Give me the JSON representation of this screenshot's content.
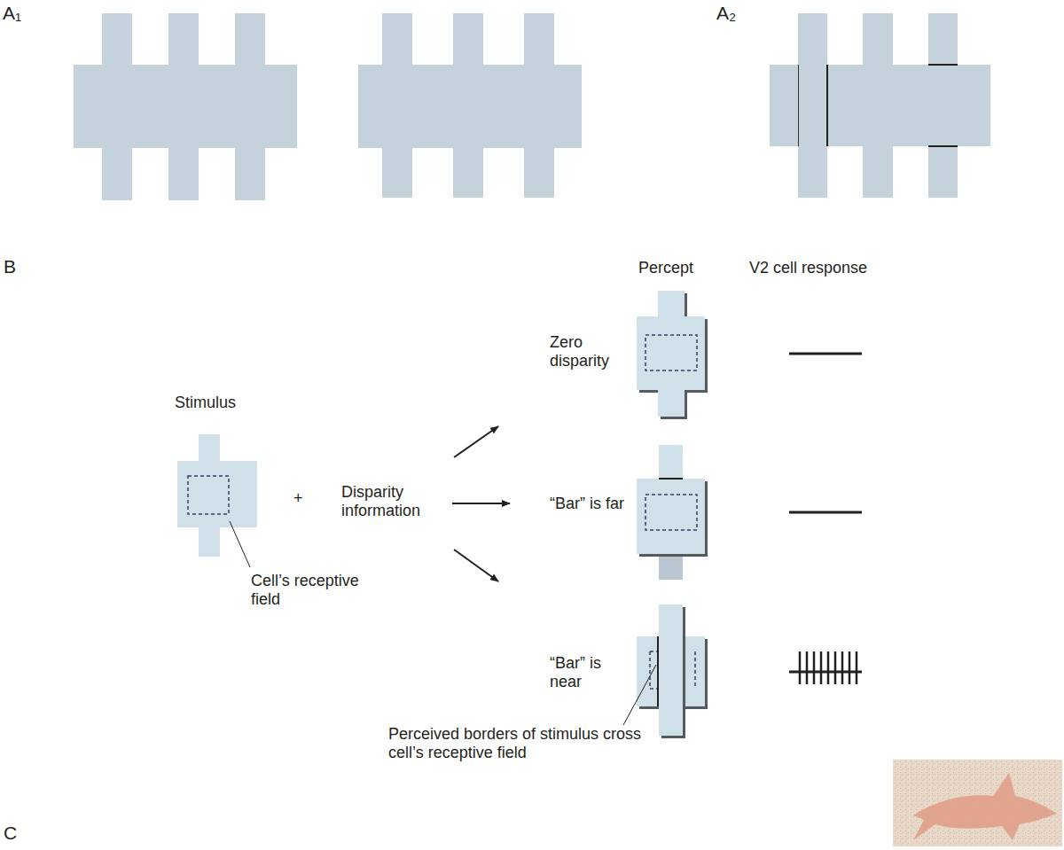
{
  "diagram": {
    "labels": [
      "A₁",
      "A₂",
      "B",
      "Percept",
      "V2 cell response",
      "Stimulus",
      "+",
      "Disparity information",
      "Zero disparity",
      "“Bar” is far",
      "“Bar” is near",
      "Cell’s receptive field",
      "Perceived borders  of stimulus cross cell’s receptive field",
      "C"
    ]
  }
}
